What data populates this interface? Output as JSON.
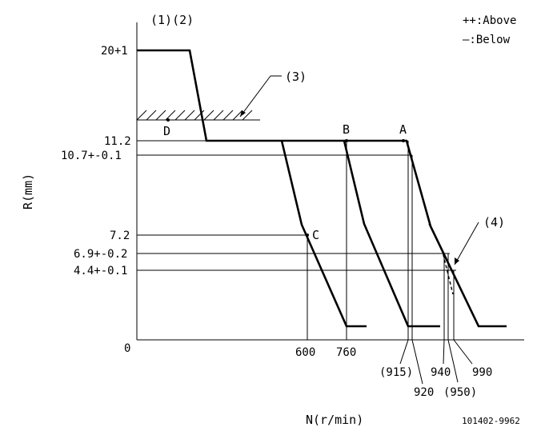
{
  "header": {
    "notes_left": "(1)(2)",
    "legend_above": "++:Above",
    "legend_below": "—:Below",
    "note3": "(3)",
    "note4": "(4)",
    "drawing_no": "101402-9962"
  },
  "axes": {
    "ylabel": "R(mm)",
    "xlabel": "N(r/min)",
    "origin_label": "0"
  },
  "y_ticks": [
    "20+1",
    "11.2",
    "10.7+-0.1",
    "7.2",
    "6.9+-0.2",
    "4.4+-0.1"
  ],
  "x_ticks": [
    "600",
    "760",
    "(915)",
    "920",
    "940",
    "(950)",
    "990"
  ],
  "points": {
    "A": "A",
    "B": "B",
    "C": "C",
    "D": "D"
  }
}
